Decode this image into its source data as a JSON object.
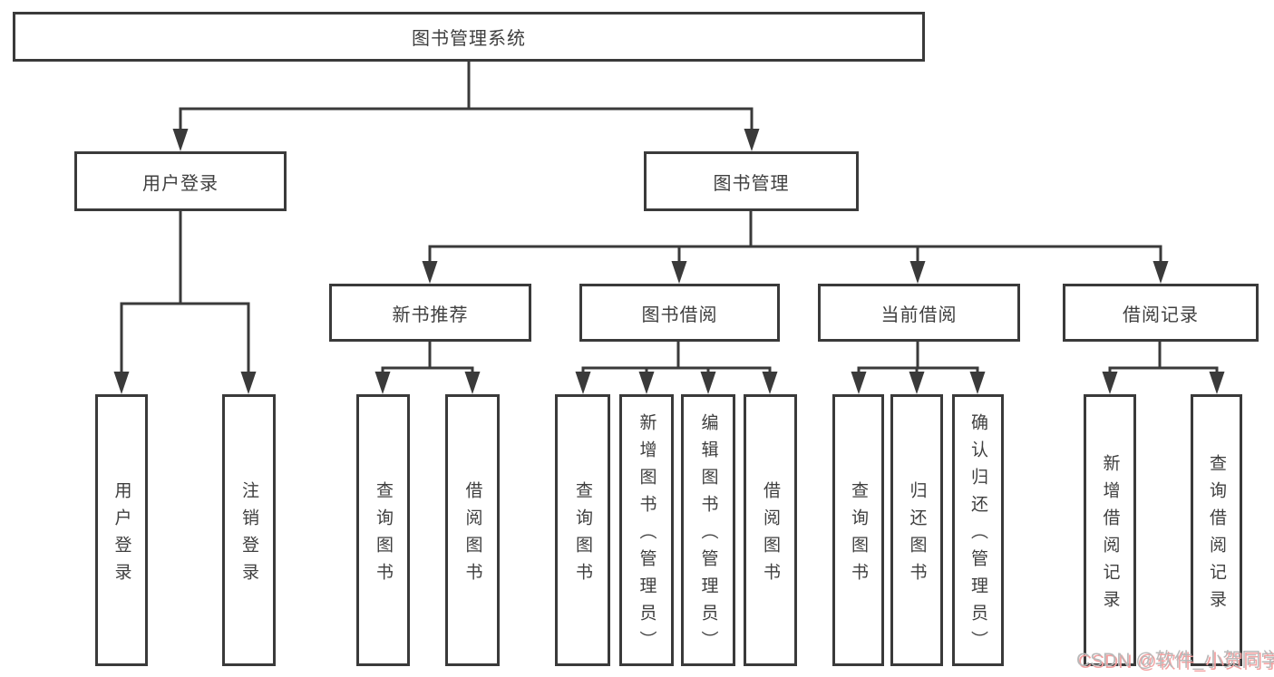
{
  "diagram": {
    "root": {
      "label": "图书管理系统",
      "children": [
        {
          "label": "用户登录",
          "children": [
            {
              "label": "用户登录"
            },
            {
              "label": "注销登录"
            }
          ]
        },
        {
          "label": "图书管理",
          "children": [
            {
              "label": "新书推荐",
              "children": [
                {
                  "label": "查询图书"
                },
                {
                  "label": "借阅图书"
                }
              ]
            },
            {
              "label": "图书借阅",
              "children": [
                {
                  "label": "查询图书"
                },
                {
                  "label": "新增图书（管理员）"
                },
                {
                  "label": "编辑图书（管理员）"
                },
                {
                  "label": "借阅图书"
                }
              ]
            },
            {
              "label": "当前借阅",
              "children": [
                {
                  "label": "查询图书"
                },
                {
                  "label": "归还图书"
                },
                {
                  "label": "确认归还（管理员）"
                }
              ]
            },
            {
              "label": "借阅记录",
              "children": [
                {
                  "label": "新增借阅记录"
                },
                {
                  "label": "查询借阅记录"
                }
              ]
            }
          ]
        }
      ]
    }
  },
  "watermark": {
    "text": "CSDN @软件_小贺同学"
  },
  "colors": {
    "line": "#3a3a3a",
    "node_border": "#3a3a3a",
    "node_text": "#3f3f3f",
    "background": "#ffffff",
    "watermark_text": "#b9b9b9",
    "watermark_shadow": "#f2a0a0"
  }
}
